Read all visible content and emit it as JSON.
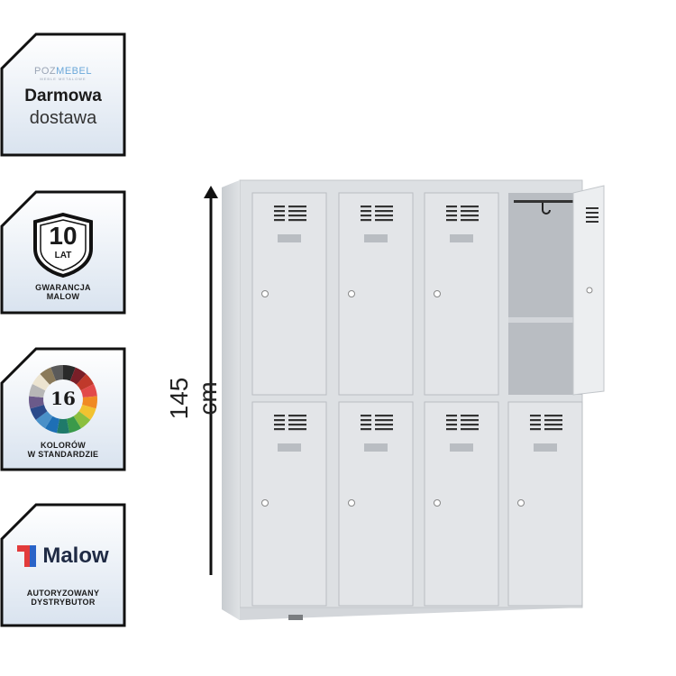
{
  "badges": {
    "delivery": {
      "brand_prefix": "POZ",
      "brand_suffix": "MEBEL",
      "brand_sub": "MEBLE METALOWE",
      "line1": "Darmowa",
      "line2": "dostawa"
    },
    "warranty": {
      "number": "10",
      "unit": "LAT",
      "line1": "GWARANCJA",
      "line2": "MALOW"
    },
    "colors": {
      "number": "16",
      "line1": "KOLORÓW",
      "line2": "W STANDARDZIE",
      "palette": [
        "#2a2a2a",
        "#7a1f28",
        "#c0392b",
        "#e24a4a",
        "#f08a24",
        "#f2c230",
        "#8bbf3f",
        "#3a9a4a",
        "#1f7a6a",
        "#1e6fb5",
        "#4a90c8",
        "#2b4a8a",
        "#6b5a8a",
        "#b7b7b7",
        "#ece4d0",
        "#8a7a5a",
        "#5a5a5a"
      ]
    },
    "malow": {
      "logo": "Malow",
      "line1": "AUTORYZOWANY",
      "line2": "DYSTRYBUTOR",
      "logo_colors": {
        "red": "#e23b3b",
        "blue": "#2a63c8"
      }
    }
  },
  "product": {
    "height_label": "145 cm",
    "cabinet_color": "#dcdfe2",
    "door_color": "#e3e5e8",
    "interior_color": "#b9bdc2"
  }
}
